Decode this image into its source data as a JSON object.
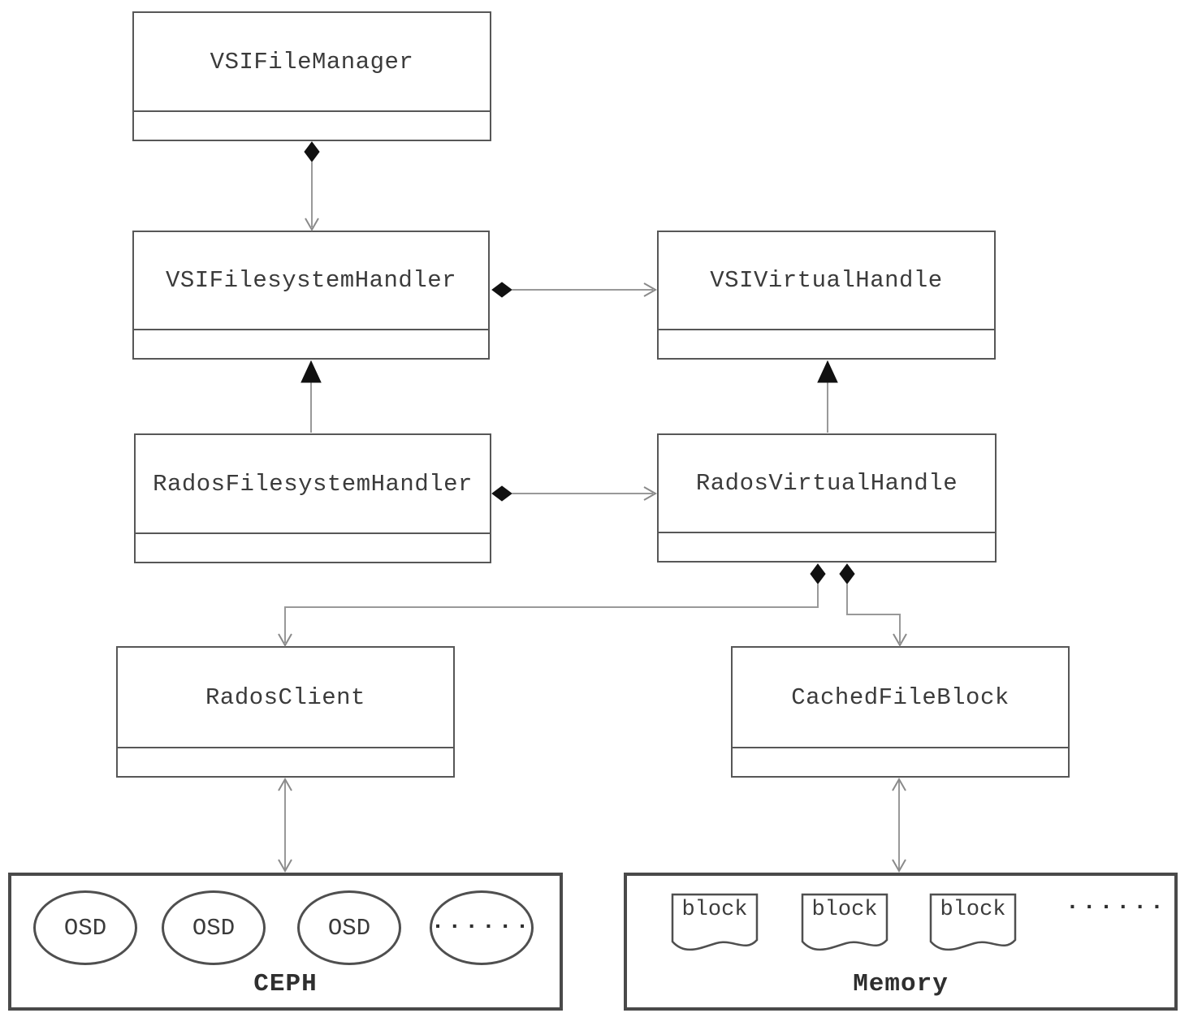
{
  "diagram": {
    "classes": [
      {
        "name": "VSIFileManager"
      },
      {
        "name": "VSIFilesystemHandler"
      },
      {
        "name": "VSIVirtualHandle"
      },
      {
        "name": "RadosFilesystemHandler"
      },
      {
        "name": "RadosVirtualHandle"
      },
      {
        "name": "RadosClient"
      },
      {
        "name": "CachedFileBlock"
      }
    ],
    "ceph": {
      "label": "CEPH",
      "nodes": [
        "OSD",
        "OSD",
        "OSD"
      ],
      "ellipsis": "......"
    },
    "memory": {
      "label": "Memory",
      "blocks": [
        "block",
        "block",
        "block"
      ],
      "ellipsis": "......"
    },
    "colors": {
      "line": "#999999",
      "border": "#575757",
      "solid_marker": "#111111",
      "text": "#3b3b3b"
    }
  }
}
